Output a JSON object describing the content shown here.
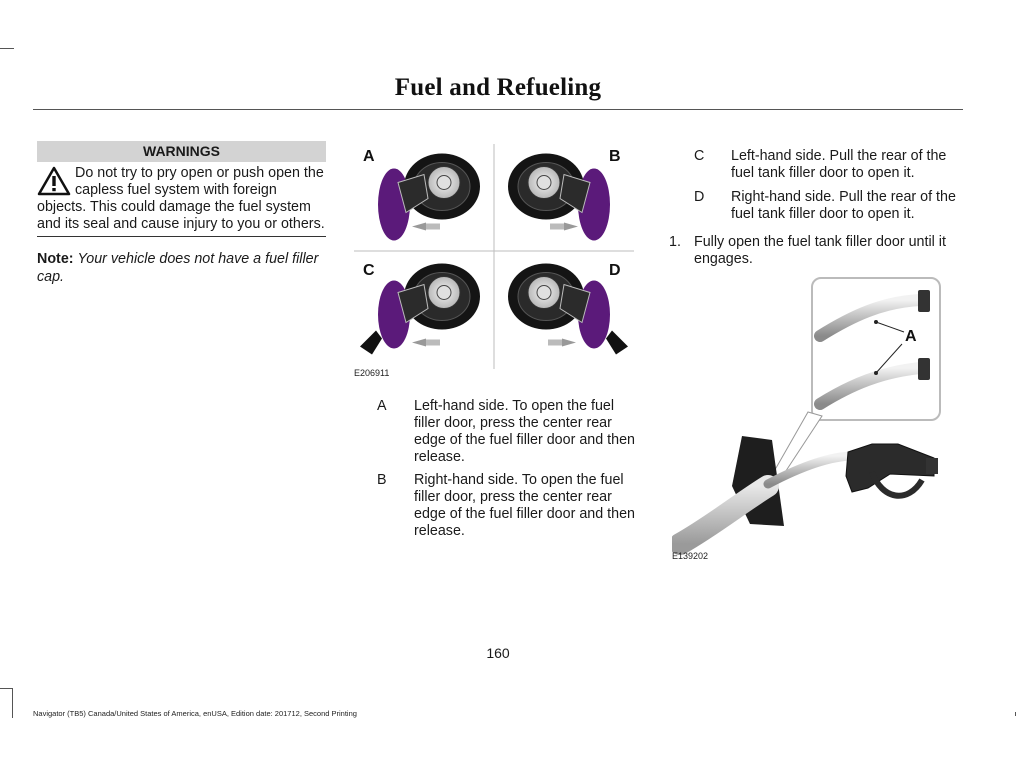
{
  "header": {
    "title": "Fuel and Refueling"
  },
  "warnings": {
    "heading": "WARNINGS",
    "text": "Do not try to pry open or push open the capless fuel system with foreign objects. This could damage the fuel system and its seal and cause injury to you or others."
  },
  "note": {
    "label": "Note:",
    "text": "Your vehicle does not have a fuel filler cap."
  },
  "figure1": {
    "labels": [
      "A",
      "B",
      "C",
      "D"
    ],
    "id": "E206911"
  },
  "figure1_legend": [
    {
      "key": "A",
      "text": "Left-hand side. To open the fuel filler door, press the center rear edge of the fuel filler door and then release."
    },
    {
      "key": "B",
      "text": "Right-hand side. To open the fuel filler door, press the center rear edge of the fuel filler door and then release."
    }
  ],
  "figure1_legend_cont": [
    {
      "key": "C",
      "text": "Left-hand side. Pull the rear of the fuel tank filler door to open it."
    },
    {
      "key": "D",
      "text": "Right-hand side. Pull the rear of the fuel tank filler door to open it."
    }
  ],
  "steps": [
    {
      "num": "1.",
      "text": "Fully open the fuel tank filler door until it engages."
    }
  ],
  "figure2": {
    "label": "A",
    "id": "E139202"
  },
  "page_number": "160",
  "footer": "Navigator (TB5) Canada/United States of America, enUSA, Edition date: 201712, Second Printing",
  "colors": {
    "accent_purple": "#5b1a7a",
    "warning_band": "#d3d3d3"
  }
}
